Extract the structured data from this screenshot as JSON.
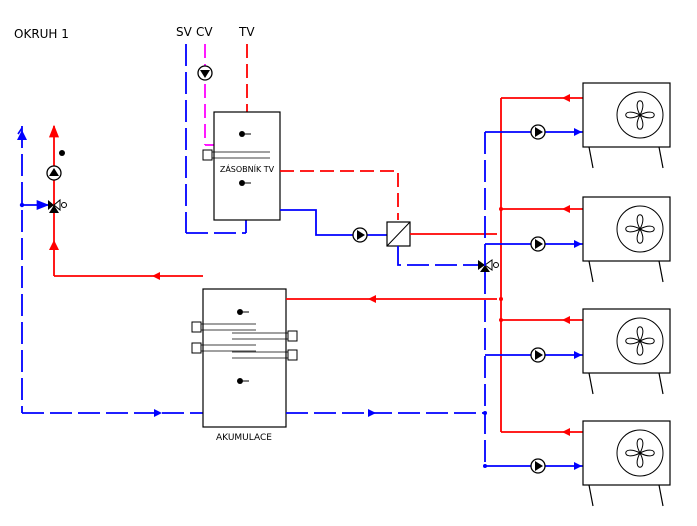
{
  "labels": {
    "circuit": "OKRUH 1",
    "cold_water": "SV",
    "circulation": "CV",
    "hot_water": "TV",
    "dhw_tank": "ZÁSOBNÍK TV",
    "accumulation_tank": "AKUMULACE"
  },
  "colors": {
    "supply": "#ff0000",
    "return": "#0000ff",
    "circulation": "#ff00ff",
    "equipment": "#000000"
  },
  "icons": {
    "pump": "pump-icon",
    "three_way_valve": "three-way-valve-icon",
    "heat_exchanger": "heat-exchanger-icon",
    "heat_pump": "heat-pump-fan-icon",
    "sensor": "temperature-sensor-icon"
  }
}
